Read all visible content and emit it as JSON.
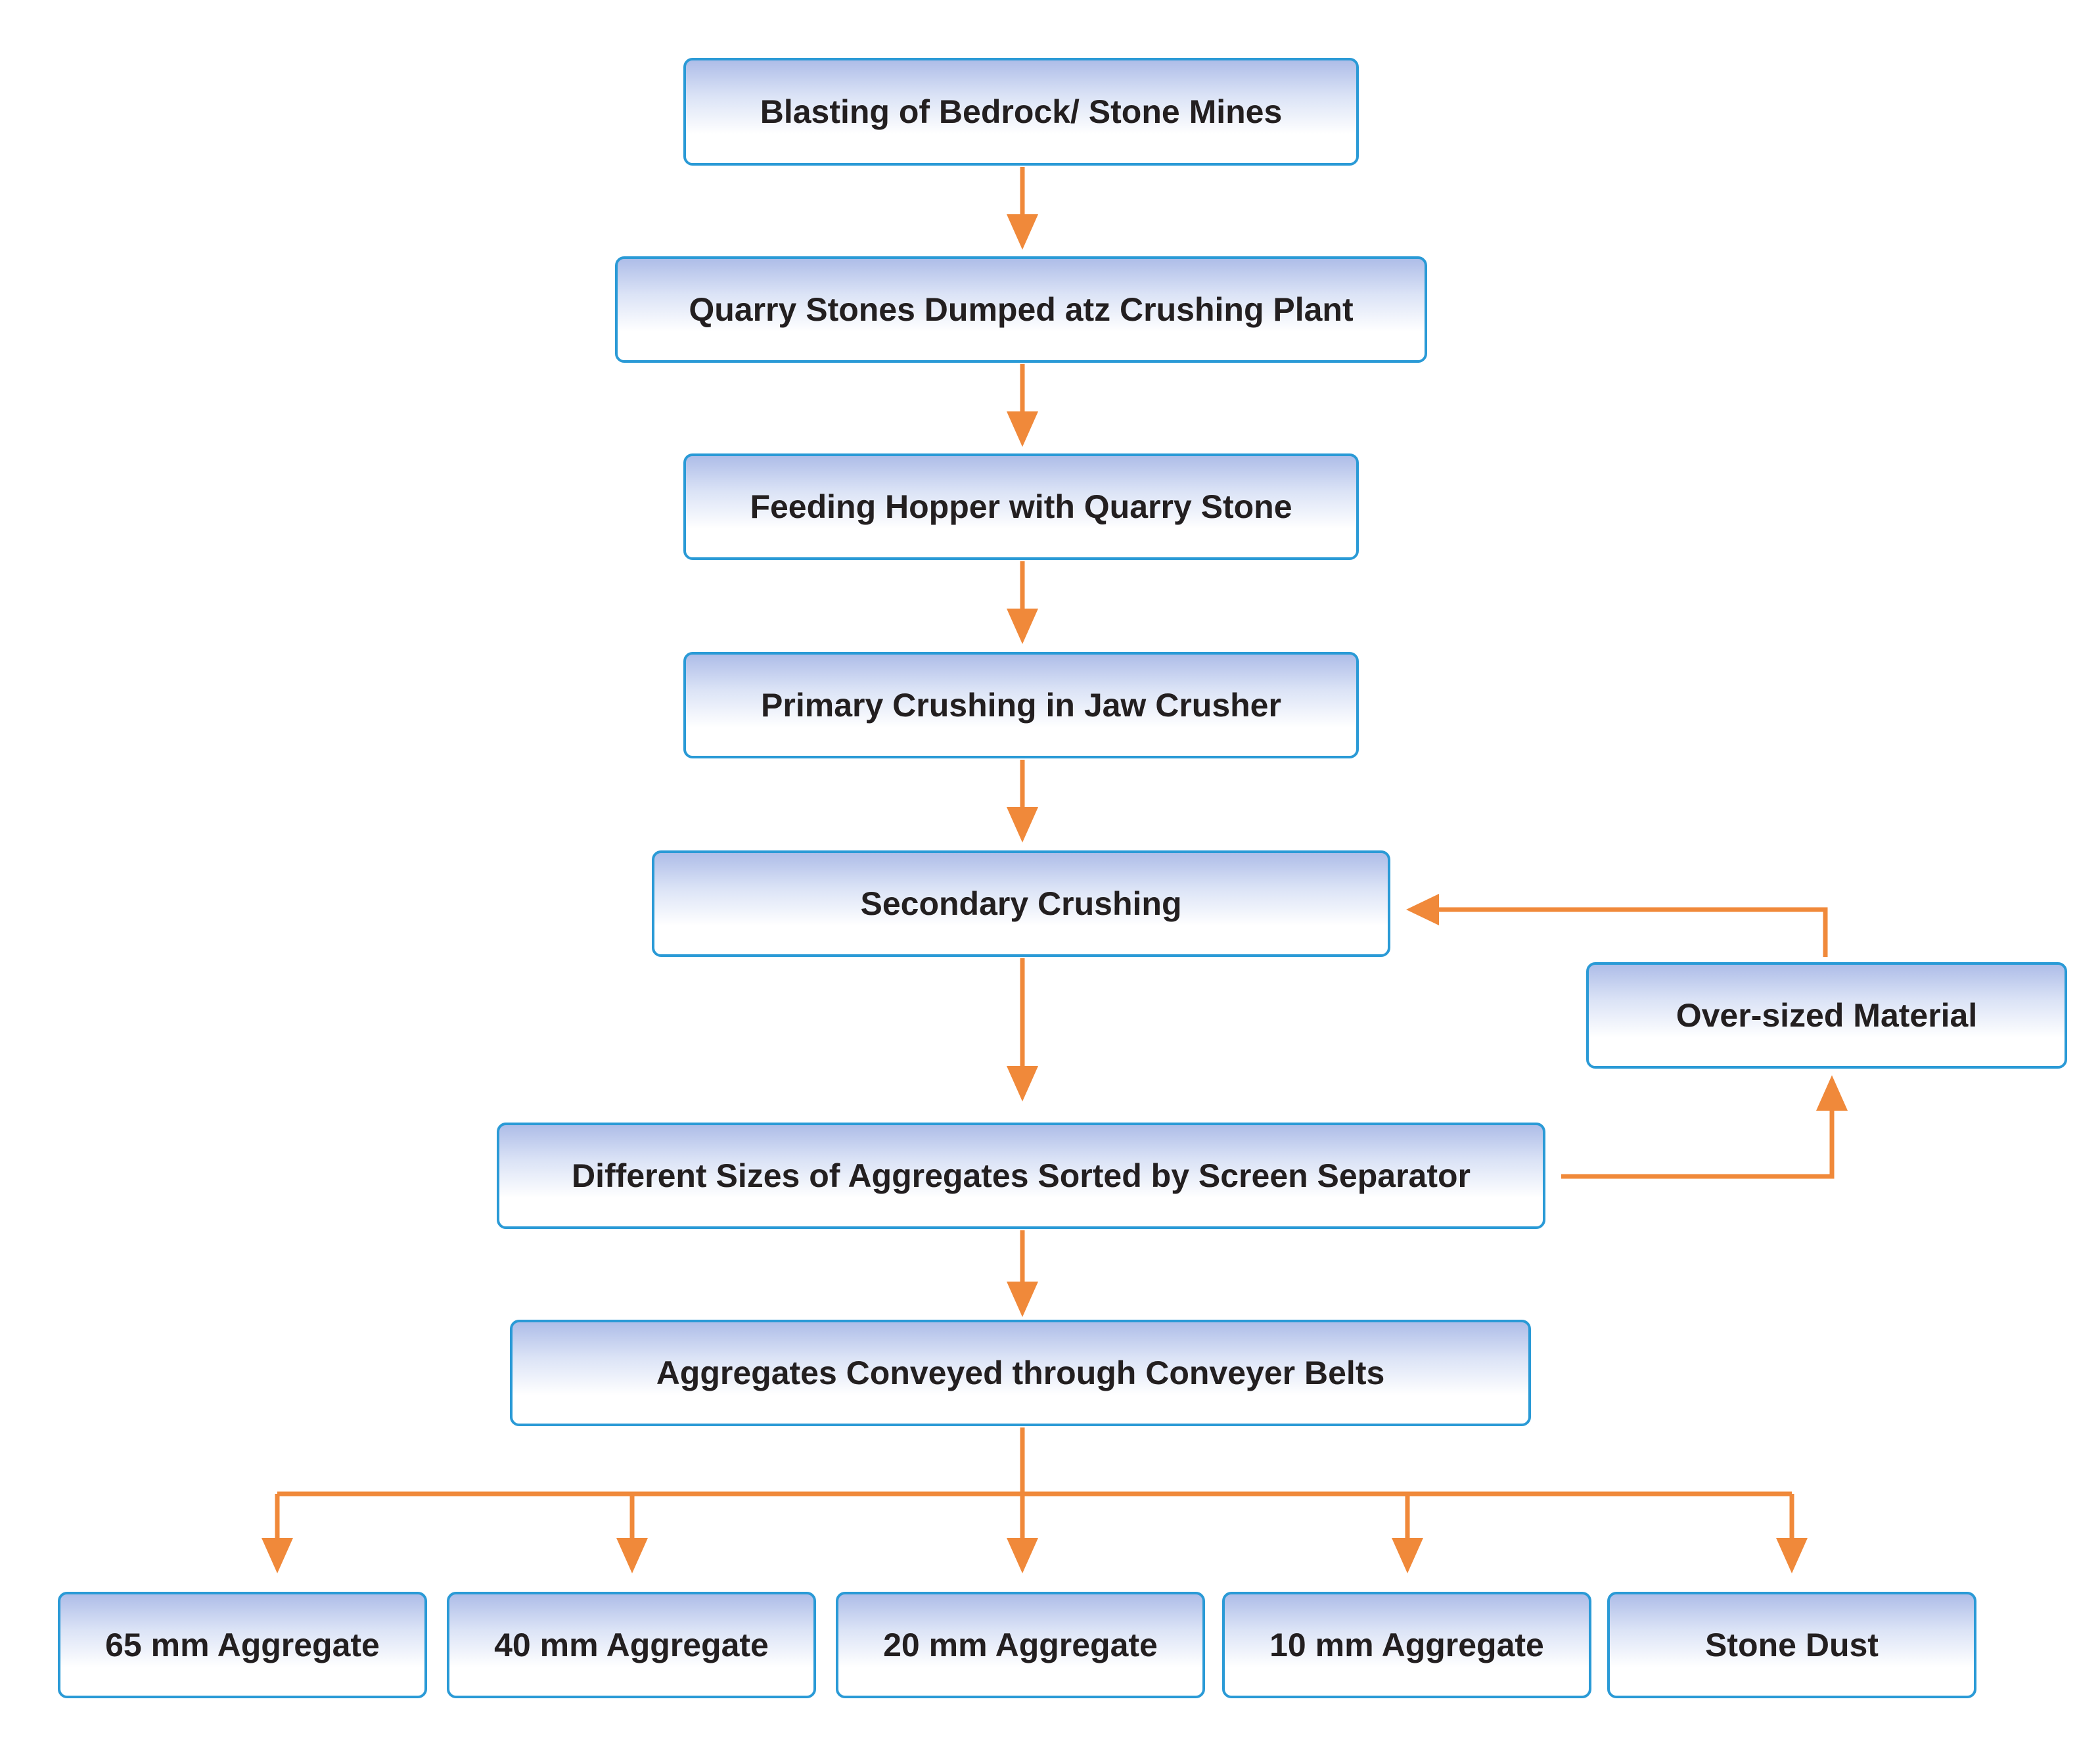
{
  "diagram": {
    "colors": {
      "node_border": "#2a9ad6",
      "node_fill_top": "#aebde8",
      "node_fill_bottom": "#ffffff",
      "arrow": "#f0893a",
      "text": "#231f20"
    },
    "nodes": {
      "blasting": "Blasting of Bedrock/ Stone Mines",
      "quarry_dumped": "Quarry Stones Dumped atz Crushing Plant",
      "feeding_hopper": "Feeding Hopper with Quarry Stone",
      "primary_crushing": "Primary Crushing in Jaw Crusher",
      "secondary_crushing": "Secondary Crushing",
      "oversized": "Over-sized Material",
      "screen_separator": "Different Sizes of Aggregates Sorted by Screen Separator",
      "conveyed": "Aggregates Conveyed through Conveyer Belts",
      "agg_65": "65 mm Aggregate",
      "agg_40": "40 mm Aggregate",
      "agg_20": "20 mm Aggregate",
      "agg_10": "10 mm Aggregate",
      "stone_dust": "Stone Dust"
    },
    "edges": [
      [
        "blasting",
        "quarry_dumped"
      ],
      [
        "quarry_dumped",
        "feeding_hopper"
      ],
      [
        "feeding_hopper",
        "primary_crushing"
      ],
      [
        "primary_crushing",
        "secondary_crushing"
      ],
      [
        "secondary_crushing",
        "screen_separator"
      ],
      [
        "screen_separator",
        "oversized"
      ],
      [
        "oversized",
        "secondary_crushing"
      ],
      [
        "screen_separator",
        "conveyed"
      ],
      [
        "conveyed",
        "agg_65"
      ],
      [
        "conveyed",
        "agg_40"
      ],
      [
        "conveyed",
        "agg_20"
      ],
      [
        "conveyed",
        "agg_10"
      ],
      [
        "conveyed",
        "stone_dust"
      ]
    ]
  }
}
